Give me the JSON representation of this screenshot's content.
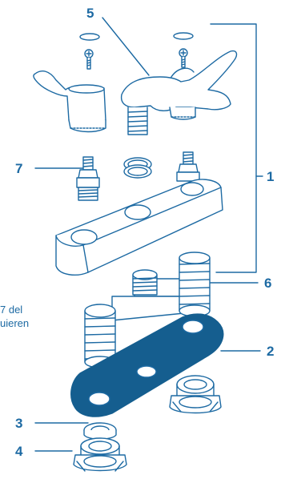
{
  "colors": {
    "line": "#1d6aa3",
    "fill": "#ffffff",
    "gasket": "#155e8f",
    "text": "#1d6aa3"
  },
  "callouts": {
    "c1": "1",
    "c2": "2",
    "c3": "3",
    "c4": "4",
    "c5": "5",
    "c6": "6",
    "c7": "7"
  },
  "side_note": {
    "line1": "7 del",
    "line2": "uieren"
  }
}
